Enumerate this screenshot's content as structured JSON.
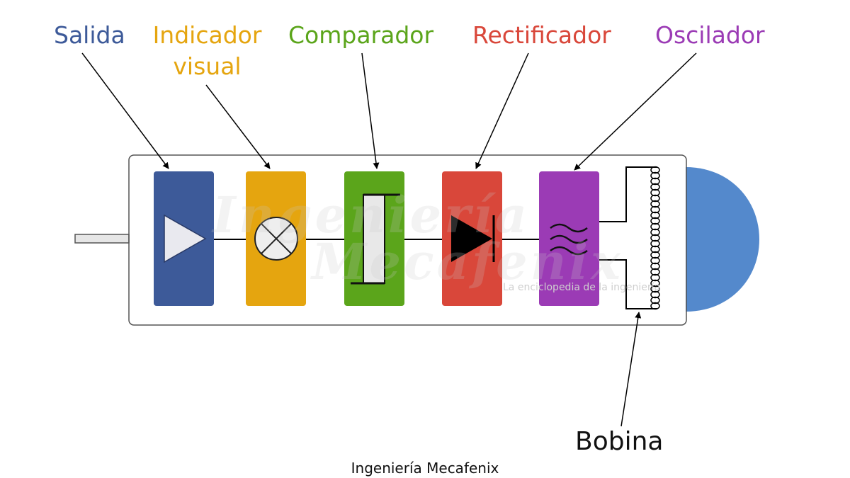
{
  "labels": {
    "salida": "Salida",
    "indicador_line1": "Indicador",
    "indicador_line2": "visual",
    "comparador": "Comparador",
    "rectificador": "Rectificador",
    "oscilador": "Oscilador",
    "bobina": "Bobina"
  },
  "footer": "Ingeniería Mecafenix",
  "watermark": {
    "line1": "Ingeniería",
    "line2": "Mecafenix",
    "tagline": "La enciclopedia de la ingeniería"
  },
  "colors": {
    "salida": "#3d5a99",
    "indicador": "#e5a50f",
    "comparador": "#5ba51b",
    "rectificador": "#d9473a",
    "oscilador": "#9b3bb5",
    "sensor_head": "#5489cc",
    "cable": "#e6e6e6",
    "housing_border": "#555555"
  },
  "icons": {
    "salida": "amplifier-triangle-icon",
    "indicador": "lamp-cross-icon",
    "comparador": "comparator-icon",
    "rectificador": "diode-icon",
    "oscilador": "wave-icon",
    "bobina": "coil-icon"
  }
}
